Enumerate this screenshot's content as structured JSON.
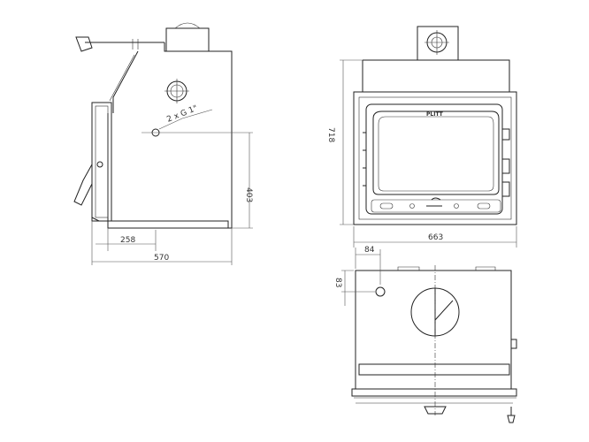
{
  "dimensions": {
    "side_depth_inner": "258",
    "side_depth_total": "570",
    "side_height": "403",
    "side_pipe_label": "2 x G 1\"",
    "front_height": "718",
    "front_width": "663",
    "top_offset_x": "84",
    "top_offset_y": "83"
  },
  "brand": "PLITT"
}
